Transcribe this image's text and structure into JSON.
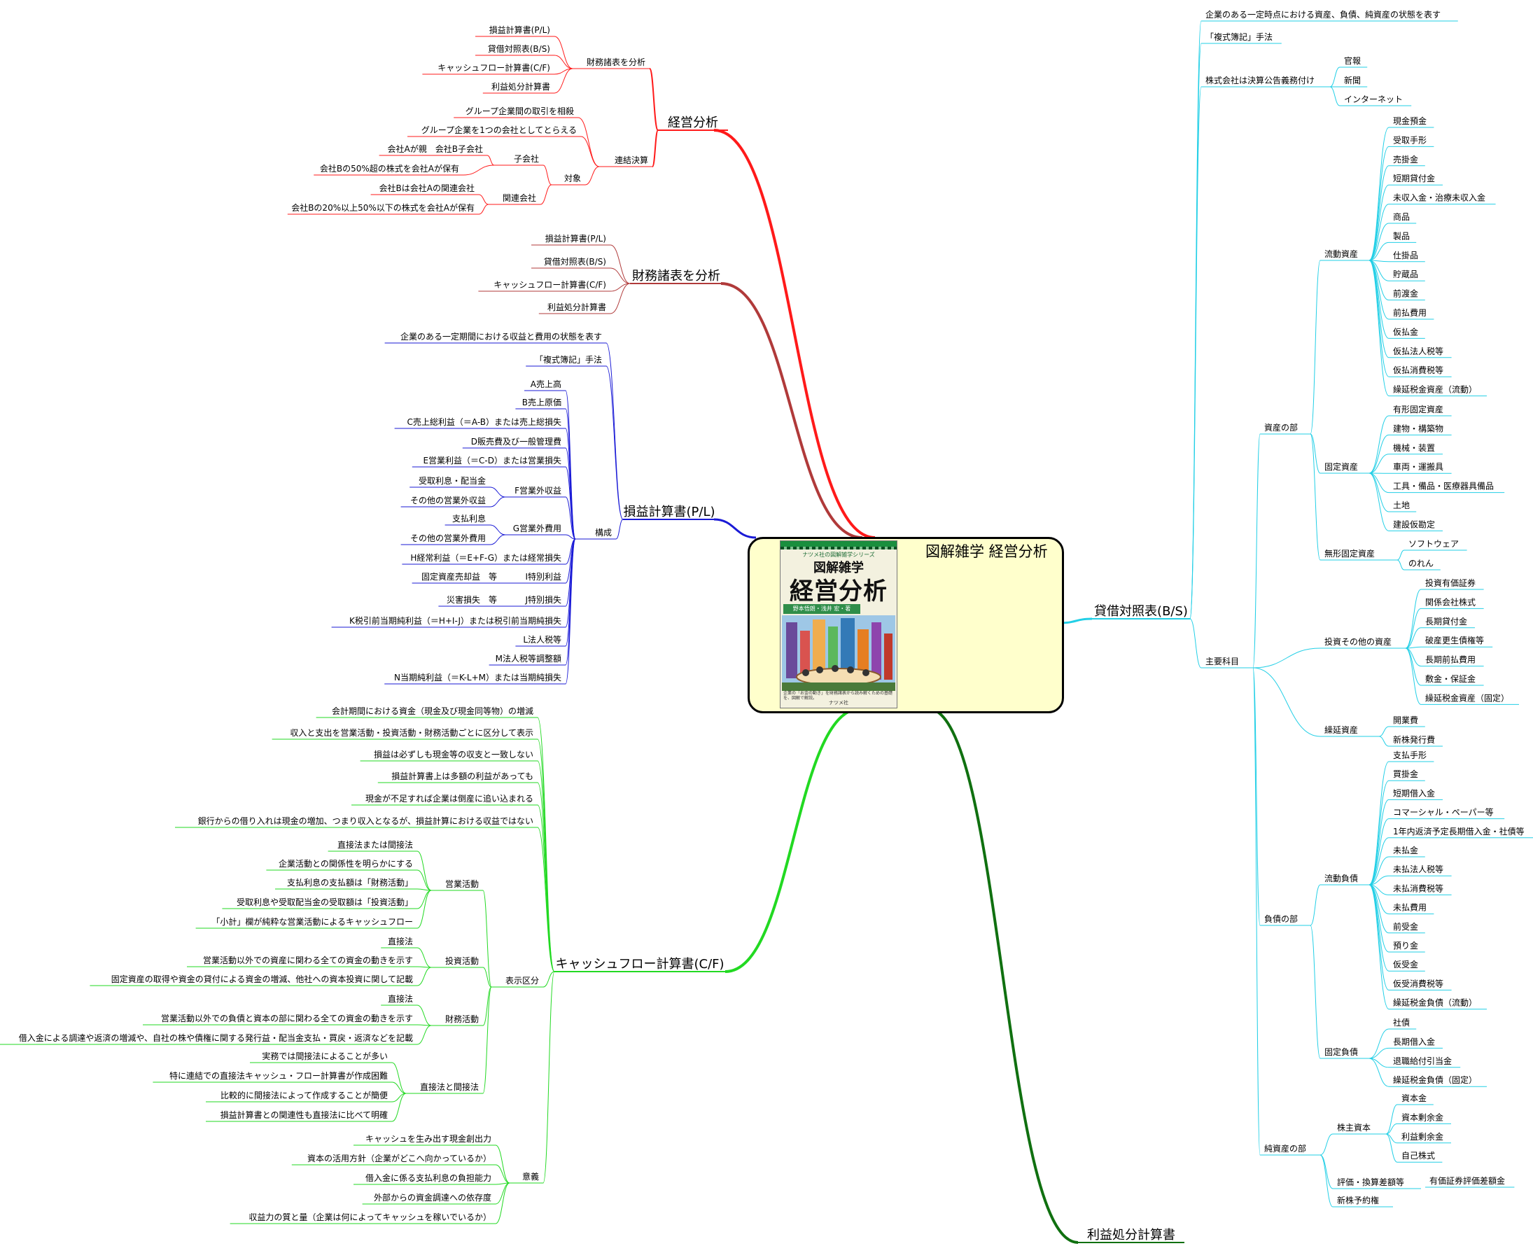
{
  "root": {
    "title": "図解雑学  経営分析",
    "book": {
      "series": "ナツメ社の図解雑学シリーズ",
      "subtitle": "図解雑学",
      "title": "経営分析",
      "authors": "野本悟朗・浅井 宏・著",
      "blurb": "企業の「お金の動き」を財務諸表から読み解くための基礎を、図解で解説。",
      "publisher": "ナツメ社"
    }
  },
  "colors": {
    "keiei": "#ff1a1a",
    "zaimu": "#b03a3a",
    "pl": "#1a1ad6",
    "cf": "#22d922",
    "rieki": "#107010",
    "bs": "#22cfe6"
  },
  "branches": {
    "keiei": {
      "label": "経営分析",
      "zaimu": {
        "label": "財務諸表を分析",
        "items": [
          "損益計算書(P/L)",
          "貸借対照表(B/S)",
          "キャッシュフロー計算書(C/F)",
          "利益処分計算書"
        ]
      },
      "renketsu": {
        "label": "連結決算",
        "sokai": "グループ企業間の取引を相殺",
        "group": "グループ企業を1つの会社としてとらえる",
        "taisho": "対象",
        "kogaisha": "子会社",
        "ko_items": [
          "会社Aが親　会社B子会社",
          "会社Bの50%超の株式を会社Aが保有"
        ],
        "kanren": "関連会社",
        "kan_items": [
          "会社Bは会社Aの関連会社",
          "会社Bの20%以上50%以下の株式を会社Aが保有"
        ]
      }
    },
    "zaimu": {
      "label": "財務諸表を分析",
      "items": [
        "損益計算書(P/L)",
        "貸借対照表(B/S)",
        "キャッシュフロー計算書(C/F)",
        "利益処分計算書"
      ]
    },
    "pl": {
      "label": "損益計算書(P/L)",
      "def": "企業のある一定期間における収益と費用の状態を表す",
      "method": "「複式簿記」手法",
      "kosei": "構成",
      "a": "A売上高",
      "b": "B売上原価",
      "c": "C売上総利益（＝A-B）または売上総損失",
      "d": "D販売費及び一般管理費",
      "e": "E営業利益（＝C-D）または営業損失",
      "f": "F営業外収益",
      "f_items": [
        "受取利息・配当金",
        "その他の営業外収益"
      ],
      "g": "G営業外費用",
      "g_items": [
        "支払利息",
        "その他の営業外費用"
      ],
      "h": "H経常利益（＝E+F-G）または経常損失",
      "i": "I特別利益",
      "i_item": "固定資産売却益　等",
      "j": "J特別損失",
      "j_item": "災害損失　等",
      "k": "K税引前当期純利益（＝H+I-J）または税引前当期純損失",
      "l": "L法人税等",
      "m": "M法人税等調整額",
      "n": "N当期純利益（＝K-L+M）または当期純損失"
    },
    "cf": {
      "label": "キャッシュフロー計算書(C/F)",
      "notes": [
        "会計期間における資金（現金及び現金同等物）の増減",
        "収入と支出を営業活動・投資活動・財務活動ごとに区分して表示",
        "損益は必ずしも現金等の収支と一致しない",
        "損益計算書上は多額の利益があっても",
        "現金が不足すれば企業は倒産に追い込まれる",
        "銀行からの借り入れは現金の増加、つまり収入となるが、損益計算における収益ではない"
      ],
      "hyoji": "表示区分",
      "eigyo": "営業活動",
      "eigyo_items": [
        "直接法または間接法",
        "企業活動との関係性を明らかにする",
        "支払利息の支払額は「財務活動」",
        "受取利息や受取配当金の受取額は「投資活動」",
        "「小計」欄が純粋な営業活動によるキャッシュフロー"
      ],
      "toshi": "投資活動",
      "toshi_items": [
        "直接法",
        "営業活動以外での資産に関わる全ての資金の動きを示す",
        "固定資産の取得や資金の貸付による資金の増減、他社への資本投資に関して記載"
      ],
      "zaimu": "財務活動",
      "zaimu_items": [
        "直接法",
        "営業活動以外での負債と資本の部に関わる全ての資金の動きを示す",
        "借入金による調達や返済の増減や、自社の株や債権に関する発行益・配当金支払・買戻・返済などを記載"
      ],
      "chokusetsu": "直接法と間接法",
      "chokusetsu_items": [
        "実務では間接法によることが多い",
        "特に連結での直接法キャッシュ・フロー計算書が作成困難",
        "比較的に間接法によって作成することが簡便",
        "損益計算書との関連性も直接法に比べて明確"
      ],
      "igi": "意義",
      "igi_items": [
        "キャッシュを生み出す現金創出力",
        "資本の活用方針（企業がどこへ向かっているか）",
        "借入金に係る支払利息の負担能力",
        "外部からの資金調達への依存度",
        "収益力の質と量（企業は何によってキャッシュを稼いでいるか）"
      ]
    },
    "rieki": {
      "label": "利益処分計算書"
    },
    "bs": {
      "label": "貸借対照表(B/S)",
      "def": "企業のある一定時点における資産、負債、純資産の状態を表す",
      "method": "「複式簿記」手法",
      "koukoku": "株式会社は決算公告義務付け",
      "koukoku_items": [
        "官報",
        "新聞",
        "インターネット"
      ],
      "shuyo": "主要科目",
      "shisan": "資産の部",
      "ryudo_shisan": "流動資産",
      "ryudo_shisan_items": [
        "現金預金",
        "受取手形",
        "売掛金",
        "短期貸付金",
        "未収入金・治療未収入金",
        "商品",
        "製品",
        "仕掛品",
        "貯蔵品",
        "前渡金",
        "前払費用",
        "仮払金",
        "仮払法人税等",
        "仮払消費税等",
        "繰延税金資産（流動）"
      ],
      "kotei_shisan": "固定資産",
      "kotei_shisan_items": [
        "有形固定資産",
        "建物・構築物",
        "機械・装置",
        "車両・運搬具",
        "工具・備品・医療器具備品",
        "土地",
        "建設仮勘定"
      ],
      "mukei": "無形固定資産",
      "mukei_items": [
        "ソフトウェア",
        "のれん"
      ],
      "toshi": "投資その他の資産",
      "toshi_items": [
        "投資有価証券",
        "関係会社株式",
        "長期貸付金",
        "破産更生債権等",
        "長期前払費用",
        "敷金・保証金",
        "繰延税金資産（固定）"
      ],
      "kurinobe": "繰延資産",
      "kurinobe_items": [
        "開業費",
        "新株発行費"
      ],
      "fusai": "負債の部",
      "ryudo_fusai": "流動負債",
      "ryudo_fusai_items": [
        "支払手形",
        "買掛金",
        "短期借入金",
        "コマーシャル・ペーパー等",
        "1年内返済予定長期借入金・社債等",
        "未払金",
        "未払法人税等",
        "未払消費税等",
        "未払費用",
        "前受金",
        "預り金",
        "仮受金",
        "仮受消費税等",
        "繰延税金負債（流動）"
      ],
      "kotei_fusai": "固定負債",
      "kotei_fusai_items": [
        "社債",
        "長期借入金",
        "退職給付引当金",
        "繰延税金負債（固定）"
      ],
      "junshisan": "純資産の部",
      "kabunushi": "株主資本",
      "kabunushi_items": [
        "資本金",
        "資本剰余金",
        "利益剰余金",
        "自己株式"
      ],
      "hyoka": "評価・換算差額等",
      "hyoka_item": "有価証券評価差額金",
      "shinkabu": "新株予約権"
    }
  }
}
